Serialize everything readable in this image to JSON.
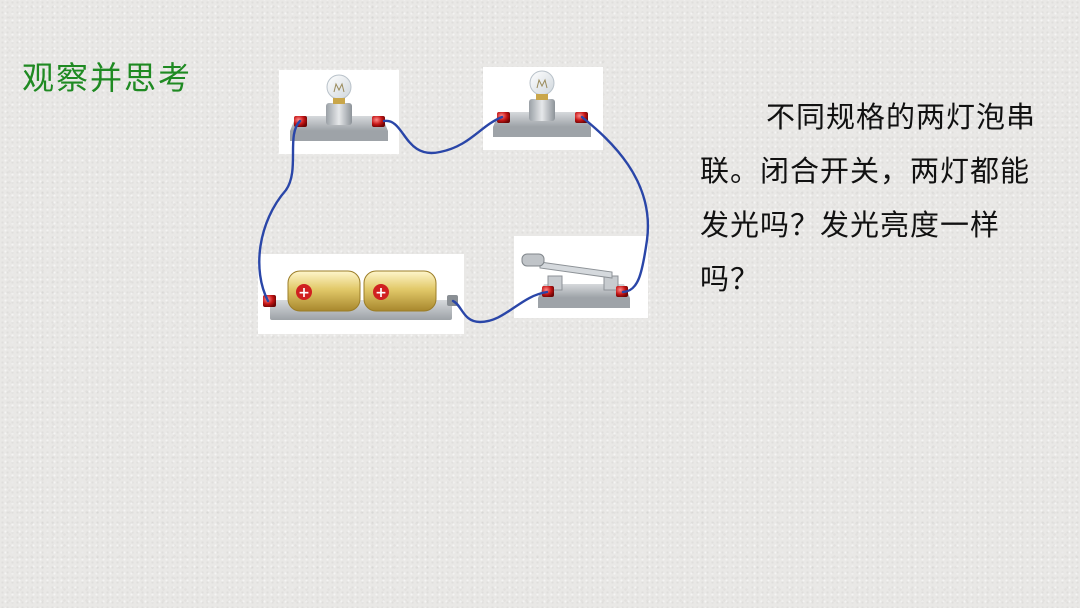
{
  "slide": {
    "title": "观察并思考",
    "question": "不同规格的两灯泡串联。闭合开关，两灯都能发光吗？发光亮度一样吗？"
  },
  "diagram": {
    "components": [
      {
        "kind": "lamp",
        "icon": "light-bulb-icon"
      },
      {
        "kind": "lamp",
        "icon": "light-bulb-icon"
      },
      {
        "kind": "battery-pack",
        "icon": "battery-icon",
        "cells": 2,
        "cell_symbol": "+"
      },
      {
        "kind": "knife-switch",
        "icon": "switch-icon",
        "state": "closed"
      }
    ],
    "wire_color": "#2a46a8",
    "title_color": "#1f8a22"
  }
}
